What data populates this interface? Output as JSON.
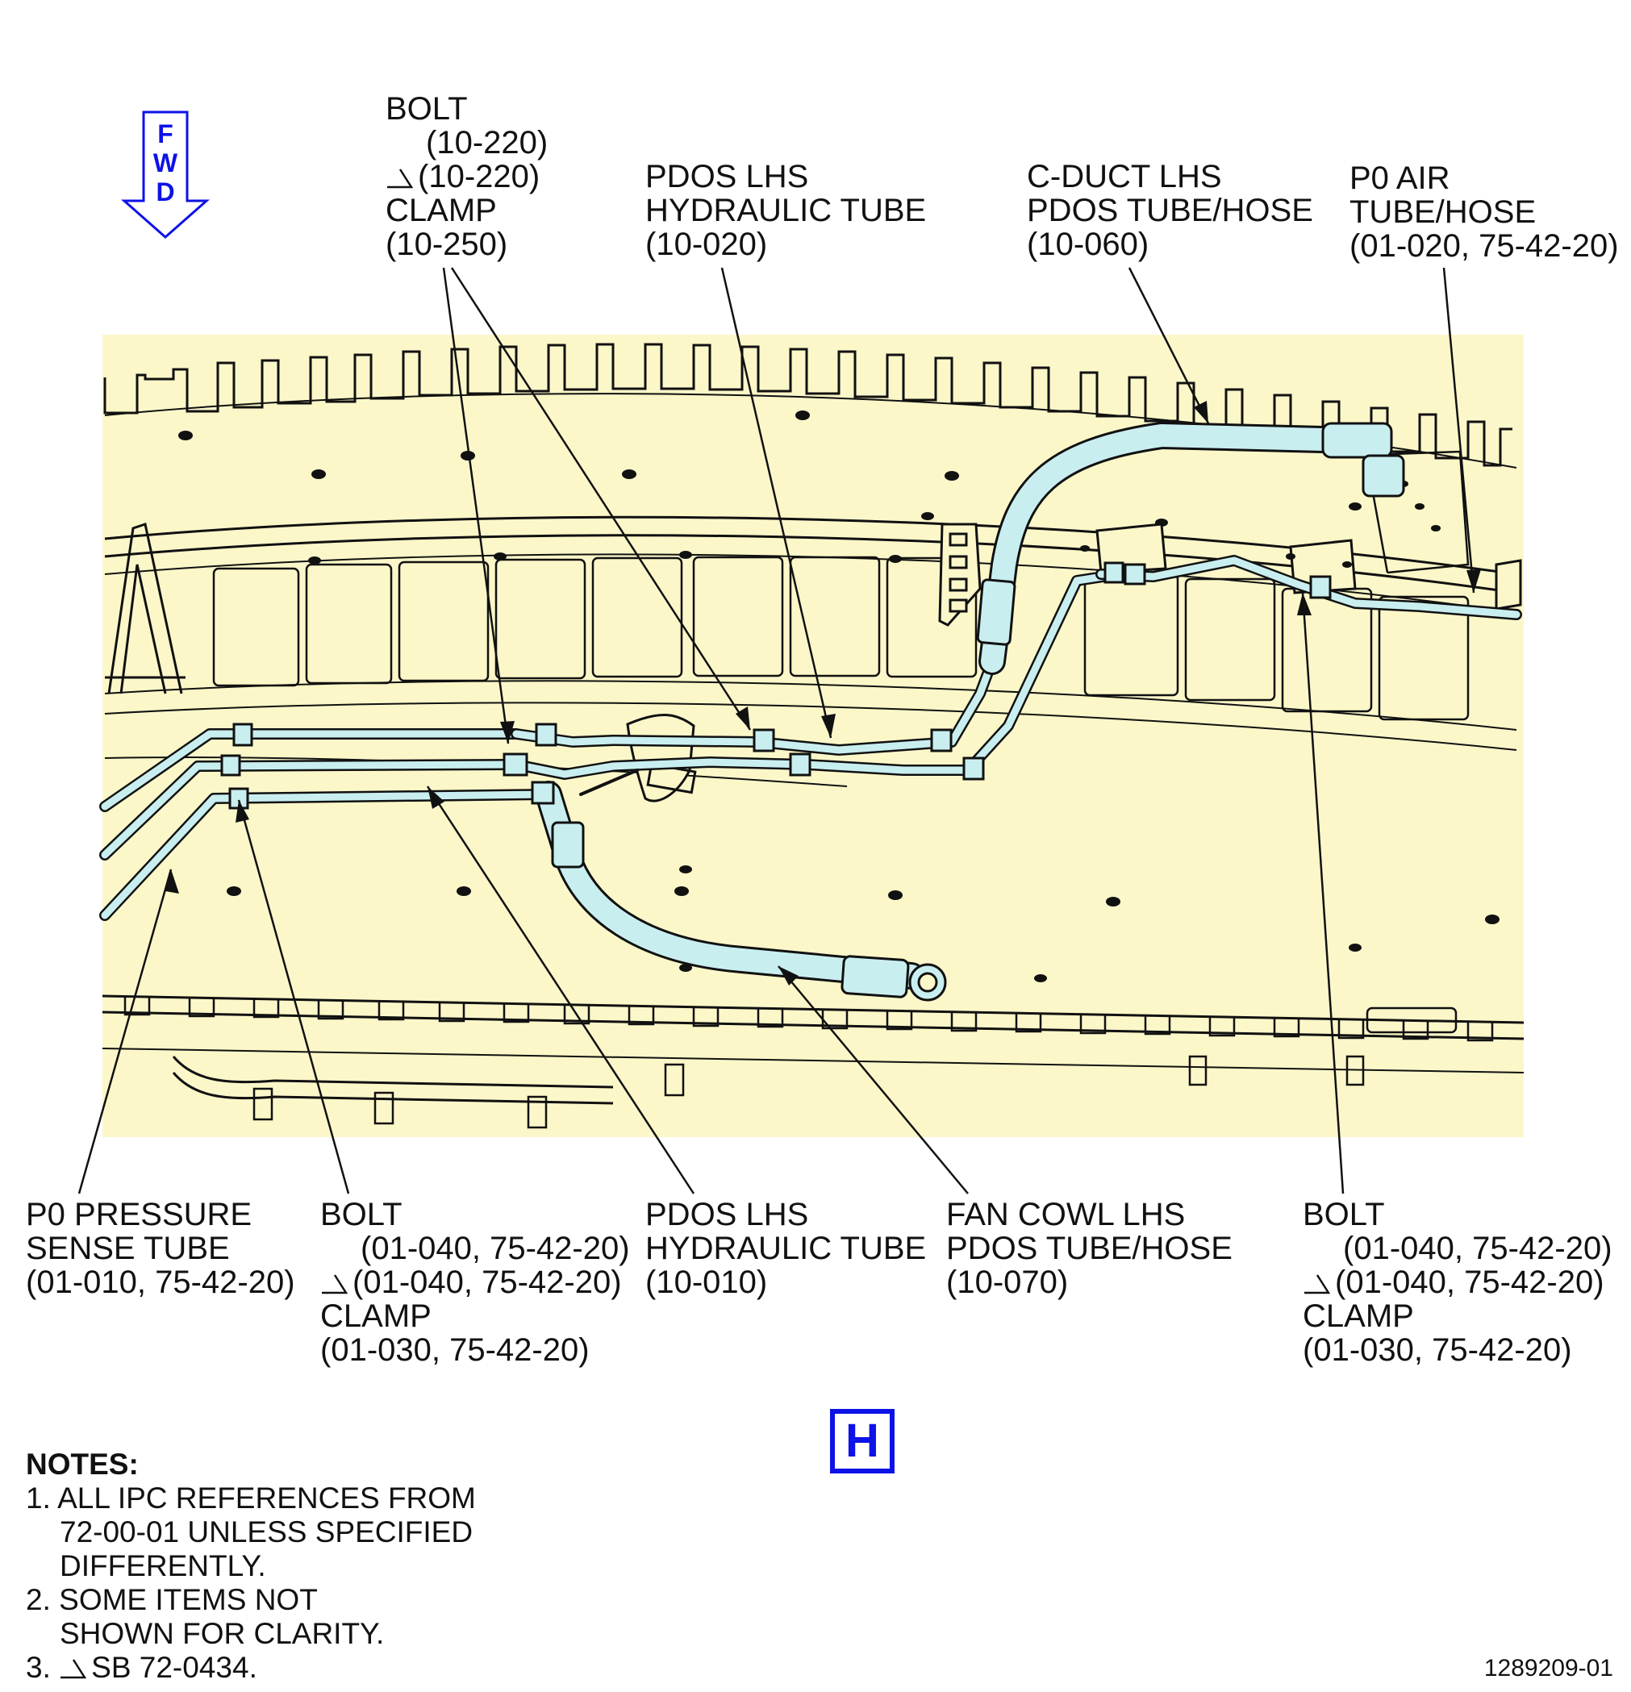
{
  "orientation": {
    "fwd_letters": [
      "F",
      "W",
      "D"
    ],
    "color": "#0d12e6"
  },
  "callouts_top": {
    "bolt_clamp_top": {
      "l1": "BOLT",
      "l2": "(10-220)",
      "l3": "(10-220)",
      "l4": "CLAMP",
      "l5": "(10-250)"
    },
    "pdos_hyd_tube_020": {
      "l1": "PDOS LHS",
      "l2": "HYDRAULIC TUBE",
      "l3": "(10-020)"
    },
    "cduct_hose_060": {
      "l1": "C-DUCT LHS",
      "l2": "PDOS TUBE/HOSE",
      "l3": "(10-060)"
    },
    "p0_air_hose": {
      "l1": "P0 AIR",
      "l2": "TUBE/HOSE",
      "l3": "(01-020, 75-42-20)"
    }
  },
  "callouts_bottom": {
    "p0_sense_tube": {
      "l1": "P0 PRESSURE",
      "l2": "SENSE TUBE",
      "l3": "(01-010, 75-42-20)"
    },
    "bolt_clamp_left": {
      "l1": "BOLT",
      "l2": "(01-040, 75-42-20)",
      "l3": "(01-040, 75-42-20)",
      "l4": "CLAMP",
      "l5": "(01-030, 75-42-20)"
    },
    "pdos_hyd_tube_010": {
      "l1": "PDOS LHS",
      "l2": "HYDRAULIC TUBE",
      "l3": "(10-010)"
    },
    "fan_cowl_hose_070": {
      "l1": "FAN COWL LHS",
      "l2": "PDOS TUBE/HOSE",
      "l3": "(10-070)"
    },
    "bolt_clamp_right": {
      "l1": "BOLT",
      "l2": "(01-040, 75-42-20)",
      "l3": "(01-040, 75-42-20)",
      "l4": "CLAMP",
      "l5": "(01-030, 75-42-20)"
    }
  },
  "view_label": "H",
  "notes": {
    "heading": "NOTES:",
    "n1_a": "1. ALL IPC REFERENCES FROM",
    "n1_b": "72-00-01 UNLESS SPECIFIED",
    "n1_c": "DIFFERENTLY.",
    "n2_a": "2. SOME ITEMS NOT",
    "n2_b": "SHOWN FOR CLARITY.",
    "n3_prefix": "3.",
    "n3_text": "SB 72-0434."
  },
  "document_id": "1289209-01",
  "colors": {
    "panel_bg": "#fbf7c9",
    "tube_fill": "#c9eef0",
    "line": "#111111",
    "accent": "#0d12e6"
  }
}
